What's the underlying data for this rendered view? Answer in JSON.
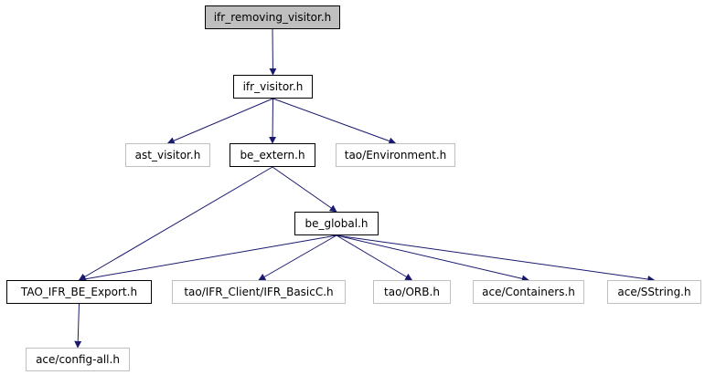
{
  "graph": {
    "name": "include-dependency-graph",
    "edge_color": "#191970",
    "nodes": [
      {
        "id": "ifr_removing_visitor",
        "label": "ifr_removing_visitor.h",
        "style": "root"
      },
      {
        "id": "ifr_visitor",
        "label": "ifr_visitor.h",
        "style": "documented"
      },
      {
        "id": "ast_visitor",
        "label": "ast_visitor.h",
        "style": "undocumented"
      },
      {
        "id": "be_extern",
        "label": "be_extern.h",
        "style": "documented"
      },
      {
        "id": "tao_environment",
        "label": "tao/Environment.h",
        "style": "undocumented"
      },
      {
        "id": "be_global",
        "label": "be_global.h",
        "style": "documented"
      },
      {
        "id": "tao_ifr_be_export",
        "label": "TAO_IFR_BE_Export.h",
        "style": "documented"
      },
      {
        "id": "tao_ifr_client_basicc",
        "label": "tao/IFR_Client/IFR_BasicC.h",
        "style": "undocumented"
      },
      {
        "id": "tao_orb",
        "label": "tao/ORB.h",
        "style": "undocumented"
      },
      {
        "id": "ace_containers",
        "label": "ace/Containers.h",
        "style": "undocumented"
      },
      {
        "id": "ace_sstring",
        "label": "ace/SString.h",
        "style": "undocumented"
      },
      {
        "id": "ace_config_all",
        "label": "ace/config-all.h",
        "style": "undocumented"
      }
    ],
    "edges": [
      {
        "from": "ifr_removing_visitor",
        "to": "ifr_visitor"
      },
      {
        "from": "ifr_visitor",
        "to": "ast_visitor"
      },
      {
        "from": "ifr_visitor",
        "to": "be_extern"
      },
      {
        "from": "ifr_visitor",
        "to": "tao_environment"
      },
      {
        "from": "be_extern",
        "to": "be_global"
      },
      {
        "from": "be_extern",
        "to": "tao_ifr_be_export"
      },
      {
        "from": "be_global",
        "to": "tao_ifr_be_export"
      },
      {
        "from": "be_global",
        "to": "tao_ifr_client_basicc"
      },
      {
        "from": "be_global",
        "to": "tao_orb"
      },
      {
        "from": "be_global",
        "to": "ace_containers"
      },
      {
        "from": "be_global",
        "to": "ace_sstring"
      },
      {
        "from": "tao_ifr_be_export",
        "to": "ace_config_all"
      }
    ]
  }
}
